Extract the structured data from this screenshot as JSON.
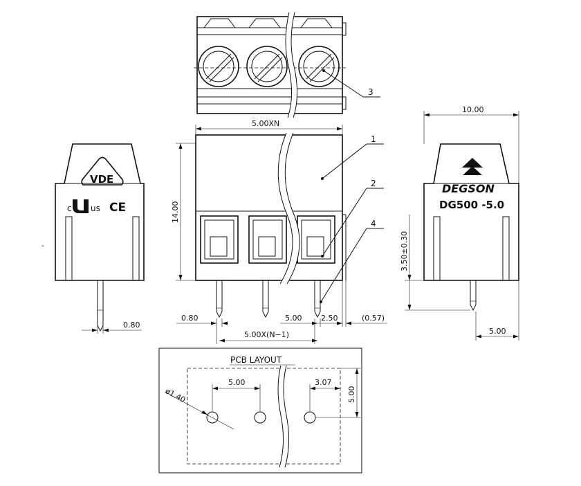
{
  "callouts": [
    "1",
    "2",
    "3",
    "4"
  ],
  "dimensions": {
    "width_pitch": "5.00XN",
    "height": "14.00",
    "pin_width_left": "0.80",
    "pitch": "5.00",
    "edge": "2.50",
    "offset": "(0.57)",
    "pitch_total": "5.00X(N−1)",
    "side_pin_width": "0.80",
    "side_depth": "10.00",
    "pin_height": "3.50±0.30",
    "pin_offset": "5.00"
  },
  "left_view": {
    "vde_mark": "VDE",
    "ul_prefix": "c",
    "ul_suffix": "us",
    "ce_mark": "CE"
  },
  "right_view": {
    "brand": "DEGSON",
    "model": "DG500 -5.0"
  },
  "pcb_layout": {
    "title": "PCB LAYOUT",
    "hole_diameter": "ø1.40",
    "pitch": "5.00",
    "row_offset": "3.07",
    "height": "5.00"
  },
  "margin_mark": "-"
}
